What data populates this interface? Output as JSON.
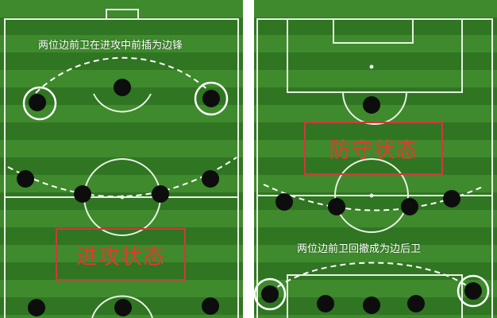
{
  "left_panel": {
    "note": "两位边前卫在进攻中前插为边锋",
    "state_label": "进攻状态"
  },
  "right_panel": {
    "note": "两位边前卫回撤成为边后卫",
    "state_label": "防守状态"
  },
  "colors": {
    "grass_light": "#3e8a2c",
    "grass_dark": "#2f7522",
    "line": "#e8f2e4",
    "player": "#0d0d0d",
    "state_red": "#e23a2e",
    "box_red": "#d2383a"
  }
}
